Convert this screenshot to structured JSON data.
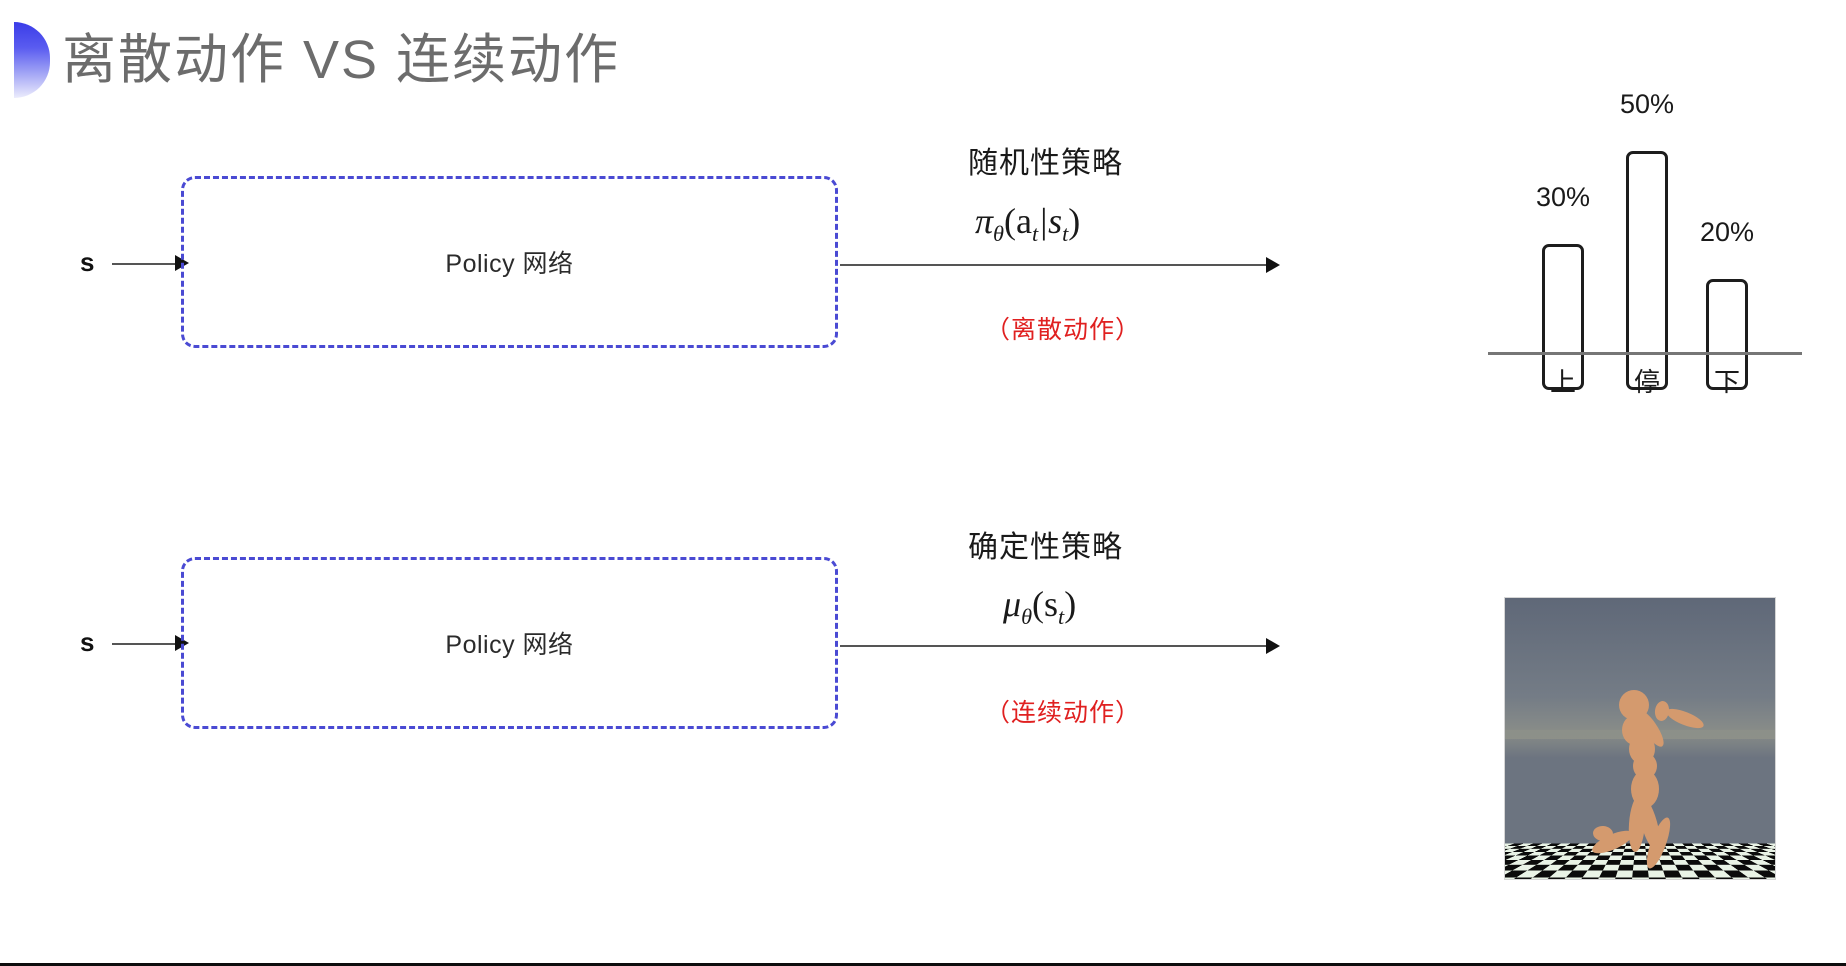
{
  "slide": {
    "title": "离散动作 VS 连续动作",
    "title_color": "#6c6c6c",
    "accent_color": "#3a3ce8",
    "background": "#ffffff"
  },
  "rows": [
    {
      "id": "discrete",
      "state_label": "s",
      "policy_box_label": "Policy 网络",
      "annotation_title": "随机性策略",
      "annotation_formula_pi": "π",
      "annotation_formula_theta": "θ",
      "annotation_formula_body": "(a",
      "annotation_formula_t1": "t",
      "annotation_formula_bar": "|s",
      "annotation_formula_t2": "t",
      "annotation_formula_close": ")",
      "annotation_red": "（离散动作）",
      "annotation_red_color": "#e02020"
    },
    {
      "id": "continuous",
      "state_label": "s",
      "policy_box_label": "Policy 网络",
      "annotation_title": "确定性策略",
      "annotation_formula_mu": "μ",
      "annotation_formula_theta": "θ",
      "annotation_formula_body": "(s",
      "annotation_formula_t1": "t",
      "annotation_formula_close": ")",
      "annotation_red": "（连续动作）",
      "annotation_red_color": "#e02020"
    }
  ],
  "chart_data": {
    "type": "bar",
    "title": "",
    "xlabel": "",
    "ylabel": "",
    "categories": [
      "上",
      "停",
      "下"
    ],
    "values": [
      30,
      50,
      20
    ],
    "value_labels": [
      "30%",
      "50%",
      "20%"
    ],
    "ylim": [
      0,
      60
    ],
    "grid": false,
    "legend": null,
    "bar_style": {
      "fill": "#ffffff",
      "stroke": "#1d1d1d",
      "stroke_width": 3,
      "corner_radius": 7
    },
    "axis_color": "#767676"
  },
  "sim_image": {
    "caption": "",
    "sky_color": "#6c7480",
    "floor_colors": [
      "#0b0b0b",
      "#e9f3e6"
    ],
    "figure_color": "#d49a6e",
    "description": "humanoid-simulation"
  }
}
